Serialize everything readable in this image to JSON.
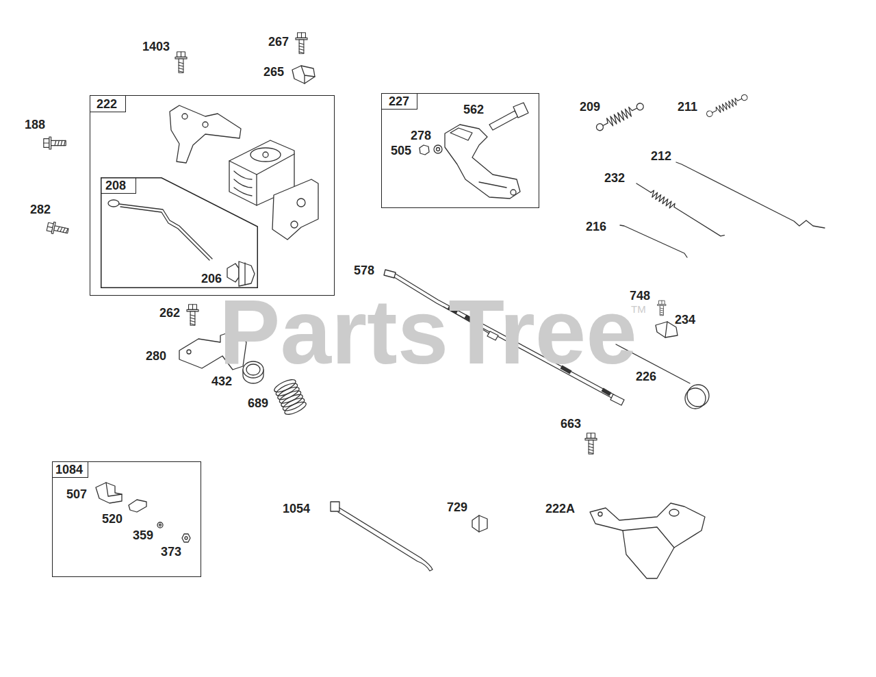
{
  "diagram": {
    "nodes": [
      {
        "text": [
          "222"
        ]
      },
      {
        "text": [
          "208",
          "206"
        ],
        "in": 0
      },
      {
        "text": [
          "227",
          "562",
          "278",
          "505"
        ]
      },
      {
        "text": [
          "1084",
          "507",
          "520",
          "359",
          "373"
        ]
      }
    ],
    "labels": [
      "1403",
      "267",
      "265",
      "188",
      "282",
      "262",
      "280",
      "432",
      "689",
      "209",
      "211",
      "212",
      "232",
      "216",
      "578",
      "748",
      "234",
      "226",
      "663",
      "1054",
      "729",
      "222A",
      "PartsTree",
      "TM"
    ]
  }
}
